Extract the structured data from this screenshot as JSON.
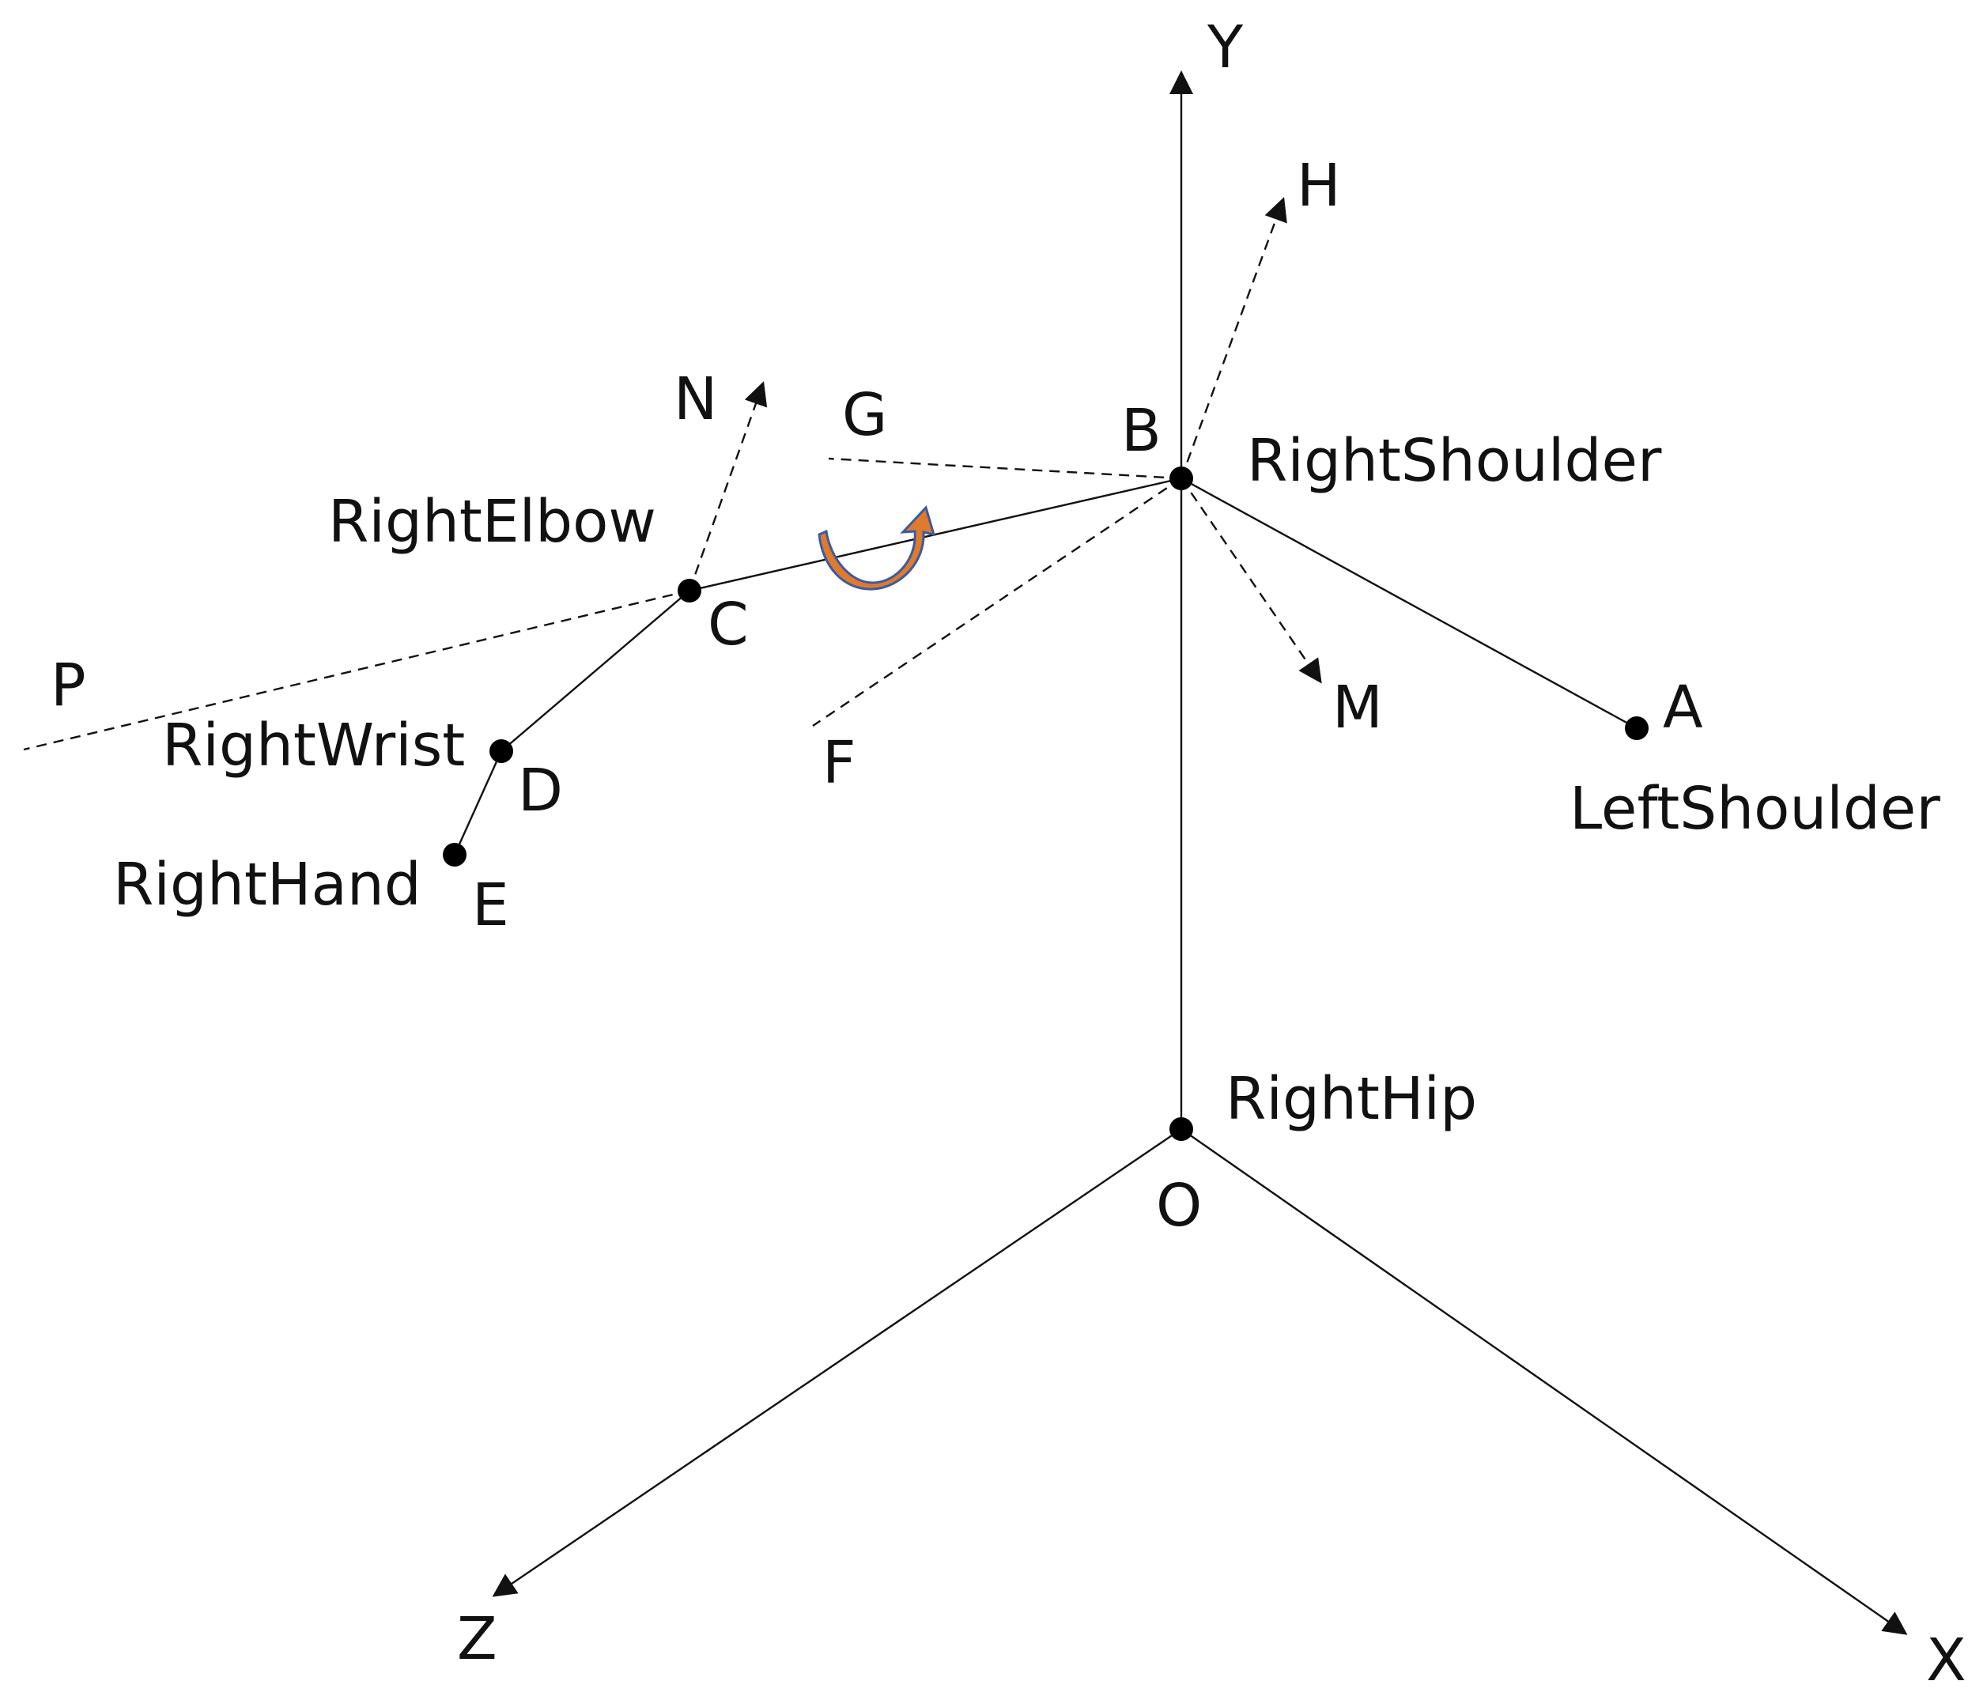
{
  "colors": {
    "ink": "#111111",
    "rotation_arrow_fill": "#E07A2E",
    "rotation_arrow_outline": "#3A5BA0"
  },
  "axes": {
    "y": "Y",
    "x": "X",
    "z": "Z"
  },
  "joints": {
    "right_shoulder": {
      "letter": "B",
      "name": "RightShoulder"
    },
    "right_elbow": {
      "letter": "C",
      "name": "RightElbow"
    },
    "right_wrist": {
      "letter": "D",
      "name": "RightWrist"
    },
    "right_hand": {
      "letter": "E",
      "name": "RightHand"
    },
    "left_shoulder": {
      "letter": "A",
      "name": "LeftShoulder"
    },
    "right_hip": {
      "letter": "O",
      "name": "RightHip"
    }
  },
  "points": {
    "h": "H",
    "g": "G",
    "f": "F",
    "m": "M",
    "n": "N",
    "p": "P"
  },
  "icons": {
    "rotation": "curved-rotation-arrow-icon"
  }
}
